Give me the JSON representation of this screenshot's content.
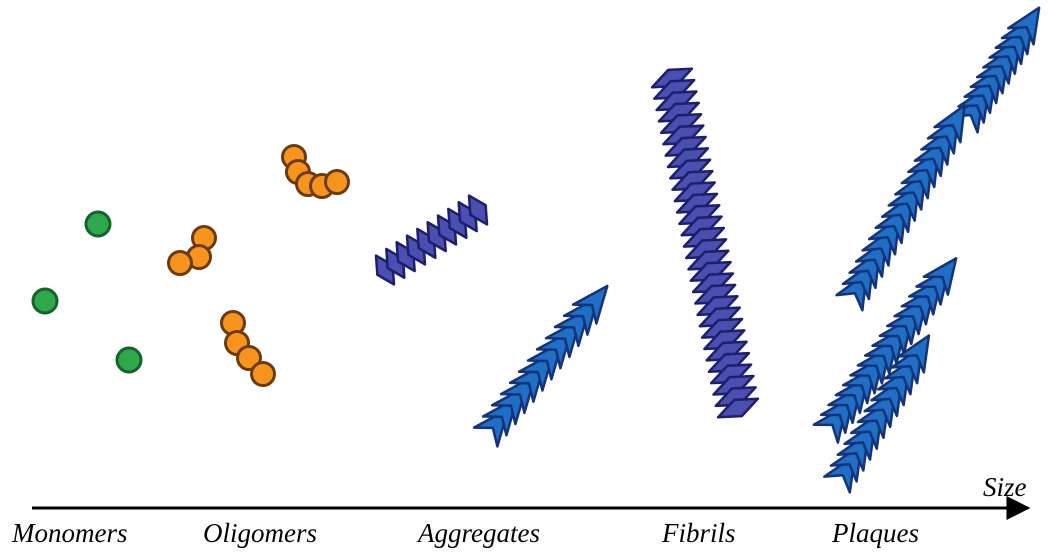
{
  "diagram": {
    "axis_label": "Size",
    "stages": [
      {
        "name": "Monomers"
      },
      {
        "name": "Oligomers"
      },
      {
        "name": "Aggregates"
      },
      {
        "name": "Fibrils"
      },
      {
        "name": "Plaques"
      }
    ],
    "colors": {
      "monomer_fill": "#2ea84a",
      "monomer_stroke": "#13632a",
      "oligomer_fill": "#f7941d",
      "oligomer_stroke": "#6b3a0f",
      "aggregate_fill": "#4a4fb0",
      "aggregate_stroke": "#1e1e6e",
      "sheet_fill": "#1f6fc4",
      "sheet_stroke": "#14337a",
      "axis": "#000000"
    }
  }
}
